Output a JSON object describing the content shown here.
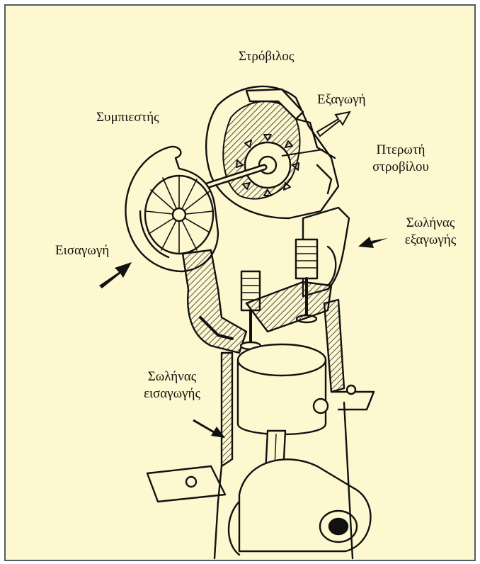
{
  "colors": {
    "background": "#fdf8cf",
    "frame_border": "#555a66",
    "ink": "#111111"
  },
  "labels": {
    "turbine": "Στρόβιλος",
    "exhaust_out": "Εξαγωγή",
    "compressor": "Συμπιεστής",
    "turbine_blades_line1": "Πτερωτή",
    "turbine_blades_line2": "στροβίλου",
    "exhaust_pipe_line1": "Σωλήνας",
    "exhaust_pipe_line2": "εξαγωγής",
    "intake": "Εισαγωγή",
    "intake_pipe_line1": "Σωλήνας",
    "intake_pipe_line2": "εισαγωγής"
  }
}
